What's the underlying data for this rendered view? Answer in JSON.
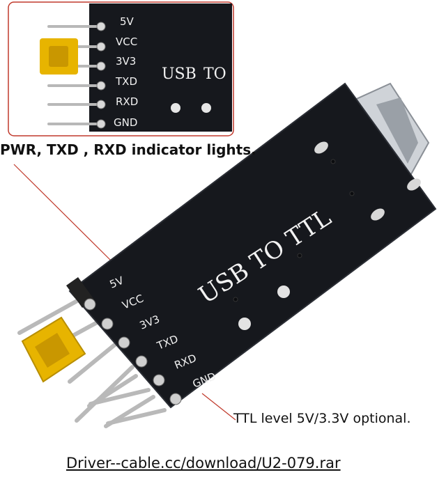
{
  "inset": {
    "pin_labels": [
      "5V",
      "VCC",
      "3V3",
      "TXD",
      "RXD",
      "GND"
    ],
    "board_label_a": "USB",
    "board_label_b": "TO"
  },
  "board": {
    "pin_labels": [
      "5V",
      "VCC",
      "3V3",
      "TXD",
      "RXD",
      "GND"
    ],
    "title": "USB TO TTL"
  },
  "captions": {
    "indicators": "PWR, TXD , RXD indicator lights.",
    "ttl_level": "TTL level 5V/3.3V optional.",
    "driver": "Driver--cable.cc/download/U2-079.rar"
  },
  "colors": {
    "pcb": "#15171c",
    "jumper": "#e7b400",
    "leader_line": "#c0392b",
    "inset_border": "#c0392b"
  }
}
